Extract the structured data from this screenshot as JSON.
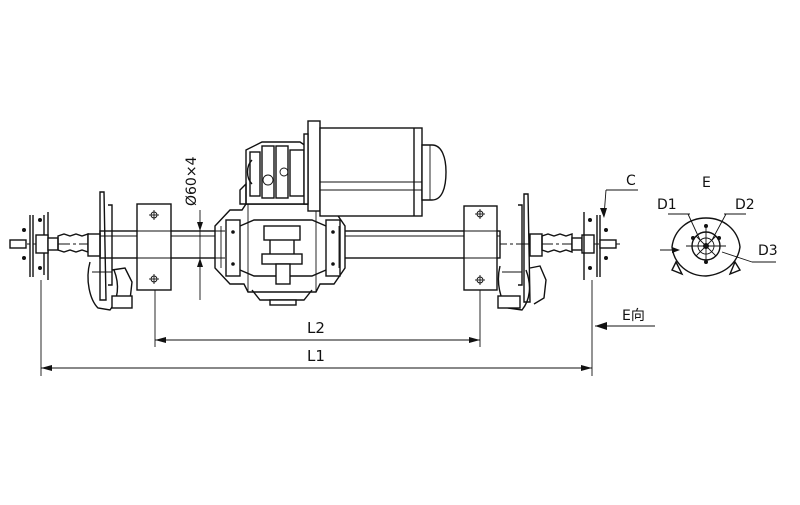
{
  "labels": {
    "dim_l1": "L1",
    "dim_l2": "L2",
    "dim_tube": "Ø60×4",
    "label_c": "C",
    "label_e_title": "E",
    "label_d1": "D1",
    "label_d2": "D2",
    "label_d3": "D3",
    "label_e_dir": "E向"
  },
  "colors": {
    "line": "#111111",
    "background": "#ffffff"
  }
}
